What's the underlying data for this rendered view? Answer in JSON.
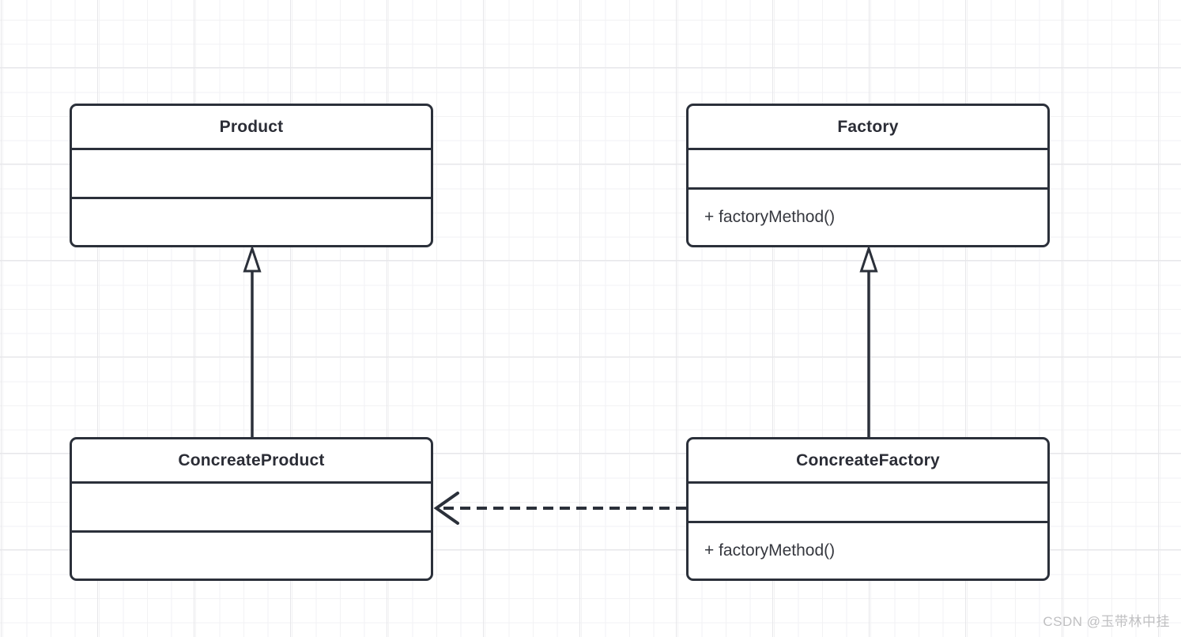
{
  "canvas": {
    "background_color": "#ffffff",
    "grid_minor_color": "#f2f2f4",
    "grid_major_color": "#e7e7ea",
    "stroke_color": "#2b303a",
    "title_text_color": "#2b2d36",
    "method_text_color": "#36383f",
    "watermark_color": "#bfbfc1"
  },
  "classes": [
    {
      "name": "Product",
      "attributes": "",
      "methods": ""
    },
    {
      "name": "Factory",
      "attributes": "",
      "methods": "+ factoryMethod()"
    },
    {
      "name": "ConcreateProduct",
      "attributes": "",
      "methods": ""
    },
    {
      "name": "ConcreateFactory",
      "attributes": "",
      "methods": "+ factoryMethod()"
    }
  ],
  "relations": [
    {
      "type": "generalization",
      "from": "ConcreateProduct",
      "to": "Product",
      "line": "solid",
      "arrowhead": "hollow-triangle-up"
    },
    {
      "type": "generalization",
      "from": "ConcreateFactory",
      "to": "Factory",
      "line": "solid",
      "arrowhead": "hollow-triangle-up"
    },
    {
      "type": "dependency",
      "from": "ConcreateFactory",
      "to": "ConcreateProduct",
      "line": "dashed",
      "arrowhead": "open-v-left"
    }
  ],
  "watermark": "CSDN @玉带林中挂"
}
